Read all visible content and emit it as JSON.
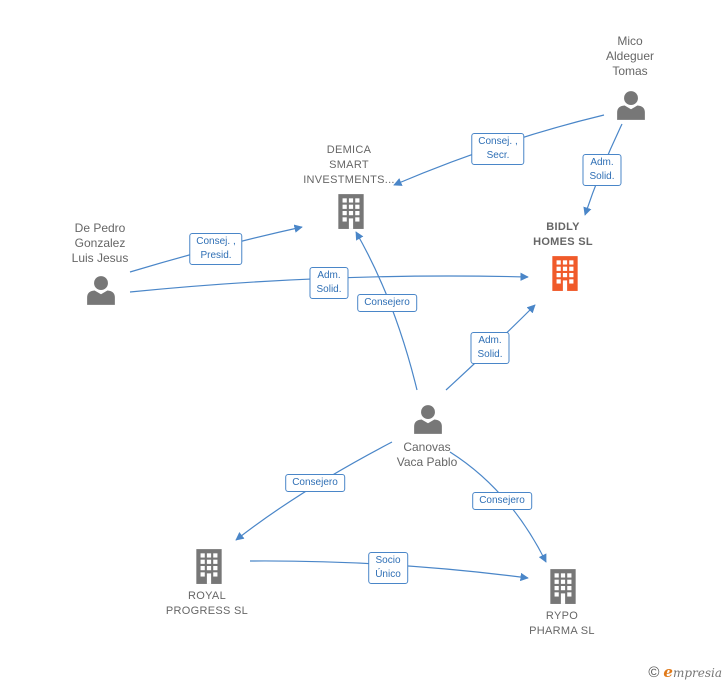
{
  "nodes": {
    "mico": {
      "label": "Mico\nAldeguer\nTomas",
      "icon": "person-icon"
    },
    "demica": {
      "label": "DEMICA\nSMART\nINVESTMENTS...",
      "icon": "building-icon"
    },
    "bidly": {
      "label": "BIDLY\nHOMES SL",
      "icon": "building-icon",
      "color": "#f05a2a"
    },
    "depedro": {
      "label": "De Pedro\nGonzalez\nLuis Jesus",
      "icon": "person-icon"
    },
    "canovas": {
      "label": "Canovas\nVaca Pablo",
      "icon": "person-icon"
    },
    "royal": {
      "label": "ROYAL\nPROGRESS SL",
      "icon": "building-icon"
    },
    "rypo": {
      "label": "RYPO\nPHARMA SL",
      "icon": "building-icon"
    }
  },
  "edges": {
    "mico_demica": "Consej. ,\nSecr.",
    "mico_bidly": "Adm.\nSolid.",
    "depedro_demica": "Consej. ,\nPresid.",
    "depedro_bidly": "Adm.\nSolid.",
    "canovas_demica": "Consejero",
    "canovas_bidly": "Adm.\nSolid.",
    "canovas_royal": "Consejero",
    "canovas_rypo": "Consejero",
    "royal_rypo": "Socio\nÚnico"
  },
  "colors": {
    "edge": "#4a86c8",
    "node_gray": "#777777",
    "highlight": "#f05a2a"
  },
  "brand": {
    "copyright": "©",
    "e": "e",
    "rest": "mpresia"
  }
}
